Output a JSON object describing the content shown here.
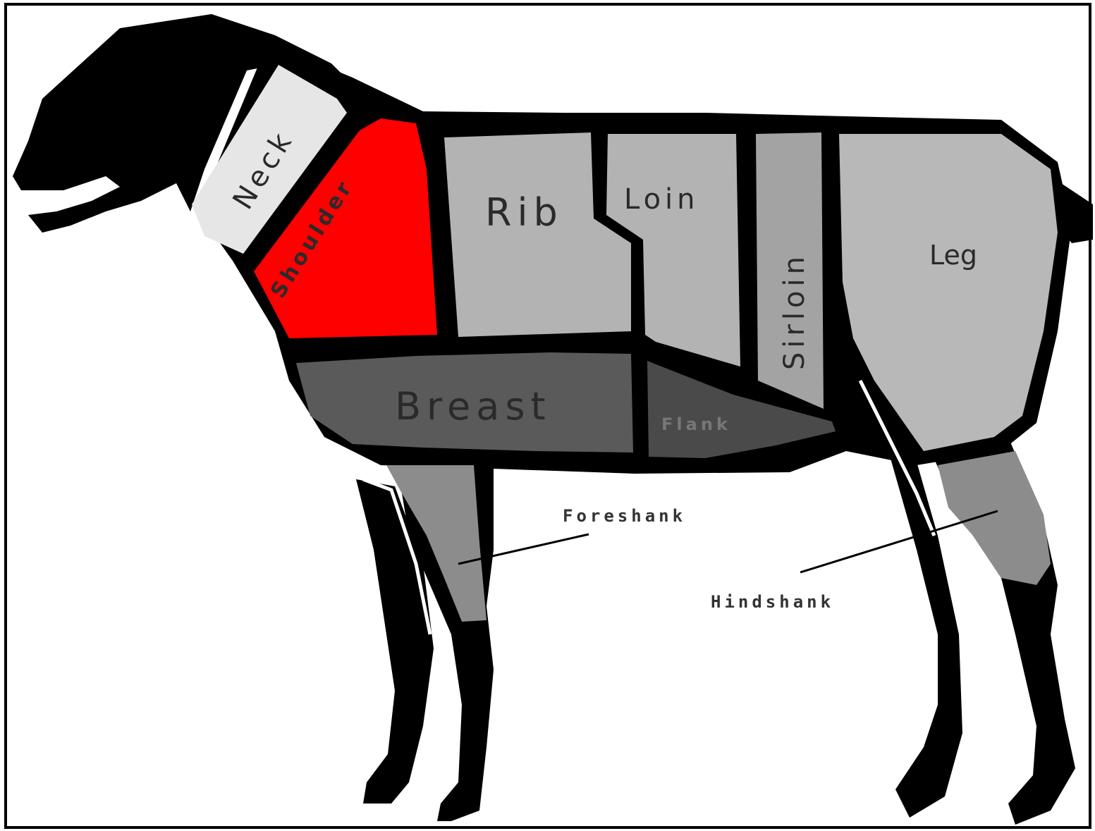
{
  "cuts": {
    "neck": "Neck",
    "shoulder": "Shoulder",
    "rib": "Rib",
    "loin": "Loin",
    "sirloin": "Sirloin",
    "leg": "Leg",
    "breast": "Breast",
    "flank": "Flank",
    "foreshank": "Foreshank",
    "hindshank": "Hindshank"
  },
  "colors": {
    "highlight": "#ff0000",
    "outline": "#000000",
    "light_cut": "#b3b3b3",
    "neck_fill": "#e6e6e6",
    "mid_cut": "#999999",
    "dark_cut": "#5a5a5a",
    "darker_cut": "#4a4a4a",
    "shank": "#8c8c8c"
  },
  "highlighted_cut": "Shoulder"
}
